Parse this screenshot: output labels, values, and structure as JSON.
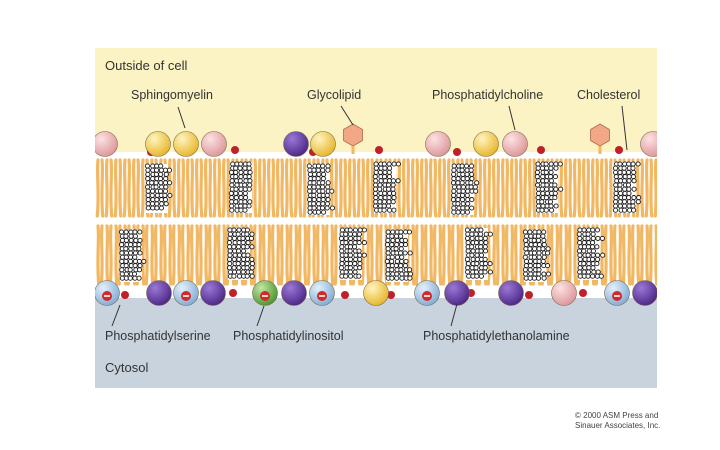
{
  "regions": {
    "outside": "Outside of cell",
    "inside": "Cytosol"
  },
  "lipids": {
    "sphingomyelin": "Sphingomyelin",
    "glycolipid": "Glycolipid",
    "phosphatidylcholine": "Phosphatidylcholine",
    "cholesterol": "Cholesterol",
    "phosphatidylserine": "Phosphatidylserine",
    "phosphatidylinositol": "Phosphatidylinositol",
    "phosphatidylethanolamine": "Phosphatidylethanolamine"
  },
  "credit": [
    "© 2000 ASM Press and",
    "Sinauer Associates, Inc."
  ],
  "colors": {
    "outside_bg": "#fbf3c3",
    "cytosol_bg": "#c8d3de",
    "tail": "#f2b763",
    "sphingomyelin_head": "#f4c84a",
    "phosphatidylcholine_head": "#efb3b6",
    "phosphatidylserine_head": "#a8cbe8",
    "phosphatidylinositol_head": "#7dbb5a",
    "phosphatidylethanolamine_head": "#6a3ea8",
    "glycolipid_head": "#f2a886",
    "cholesterol_marker": "#c0202a"
  }
}
